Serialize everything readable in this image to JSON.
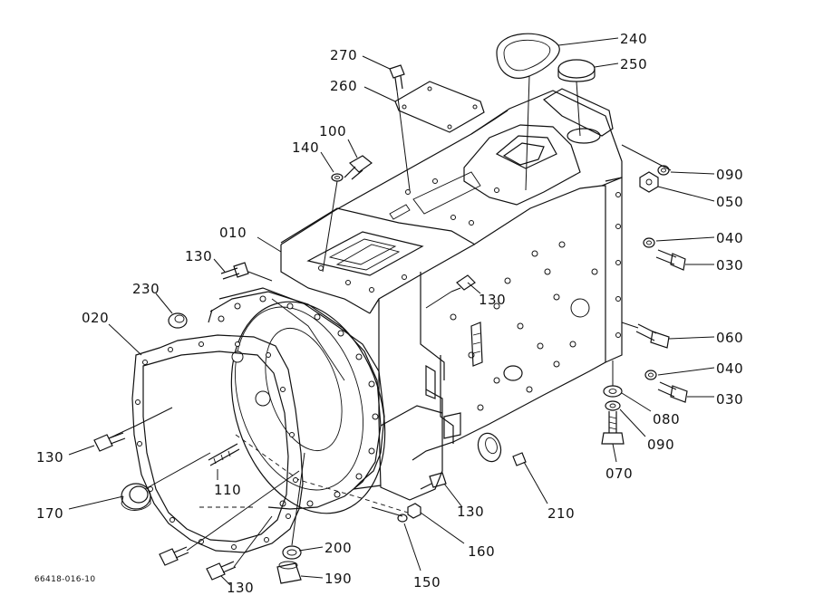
{
  "diagram": {
    "reference_code": "66418-016-10",
    "part_labels": {
      "p240": "240",
      "p250": "250",
      "p270": "270",
      "p260": "260",
      "p100": "100",
      "p140": "140",
      "p090a": "090",
      "p050": "050",
      "p010": "010",
      "p040a": "040",
      "p030a": "030",
      "p130a": "130",
      "p130b": "130",
      "p230": "230",
      "p020": "020",
      "p060": "060",
      "p040b": "040",
      "p030b": "030",
      "p080": "080",
      "p090b": "090",
      "p070": "070",
      "p130c": "130",
      "p110": "110",
      "p170": "170",
      "p210": "210",
      "p130d": "130",
      "p160": "160",
      "p200": "200",
      "p190": "190",
      "p150": "150",
      "p130e": "130"
    }
  }
}
